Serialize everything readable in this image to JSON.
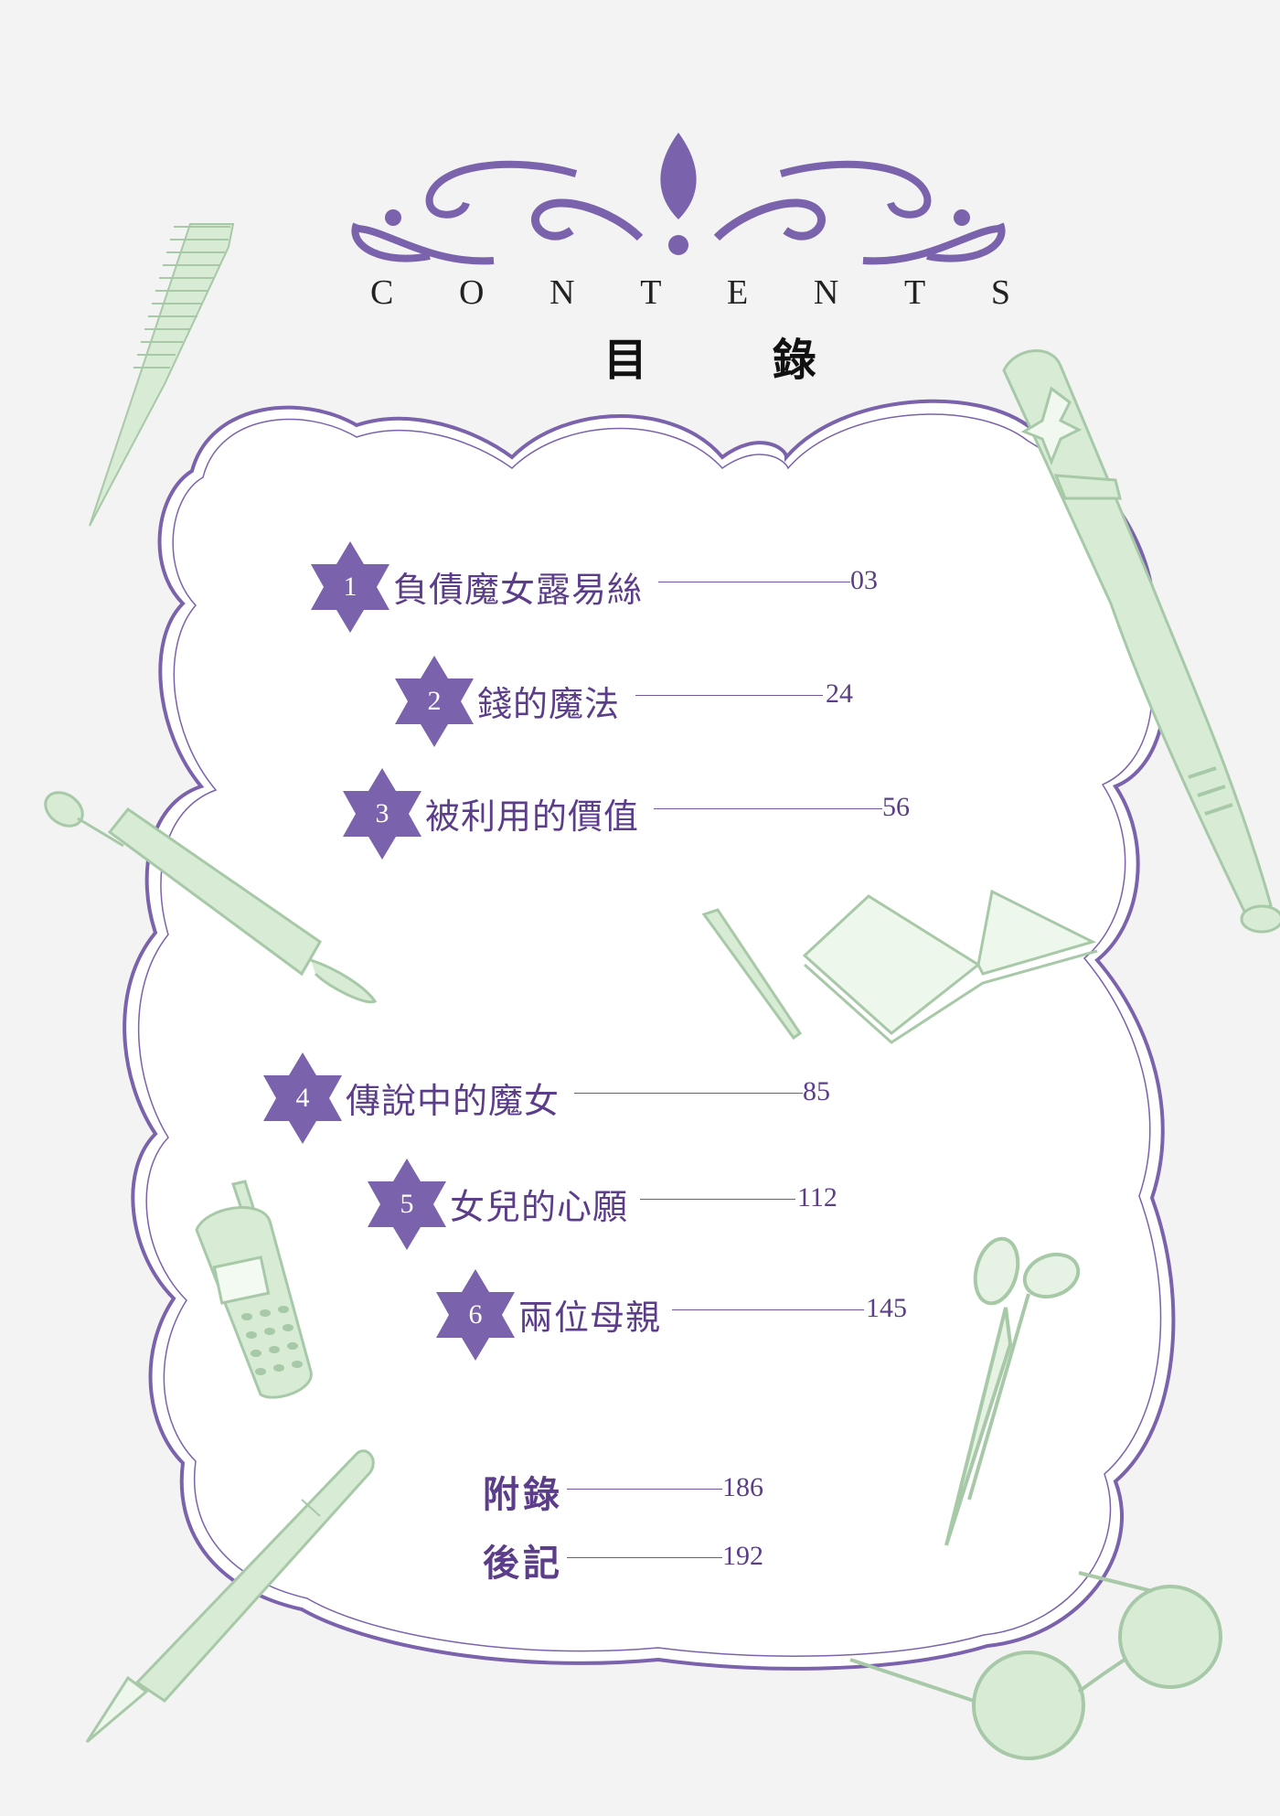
{
  "header": {
    "contents_letters": [
      "C",
      "O",
      "N",
      "T",
      "E",
      "N",
      "T",
      "S"
    ],
    "title": "目 錄"
  },
  "chapters": [
    {
      "number": "1",
      "title": "負債魔女露易絲",
      "page": "03"
    },
    {
      "number": "2",
      "title": "錢的魔法",
      "page": "24"
    },
    {
      "number": "3",
      "title": "被利用的價值",
      "page": "56"
    },
    {
      "number": "4",
      "title": "傳說中的魔女",
      "page": "85"
    },
    {
      "number": "5",
      "title": "女兒的心願",
      "page": "112"
    },
    {
      "number": "6",
      "title": "兩位母親",
      "page": "145"
    }
  ],
  "appendix": [
    {
      "title": "附錄",
      "page": "186"
    },
    {
      "title": "後記",
      "page": "192"
    }
  ],
  "colors": {
    "accent": "#7a62ac",
    "text": "#5b3d8a",
    "sketch": "#cfe6cf",
    "background": "#f3f3f3"
  },
  "decorations": [
    "comb-icon",
    "baseball-bat-icon",
    "rolling-pin-icon",
    "pencil-icon",
    "open-book-icon",
    "mobile-phone-icon",
    "scissors-icon",
    "fountain-pen-icon",
    "glasses-icon"
  ]
}
